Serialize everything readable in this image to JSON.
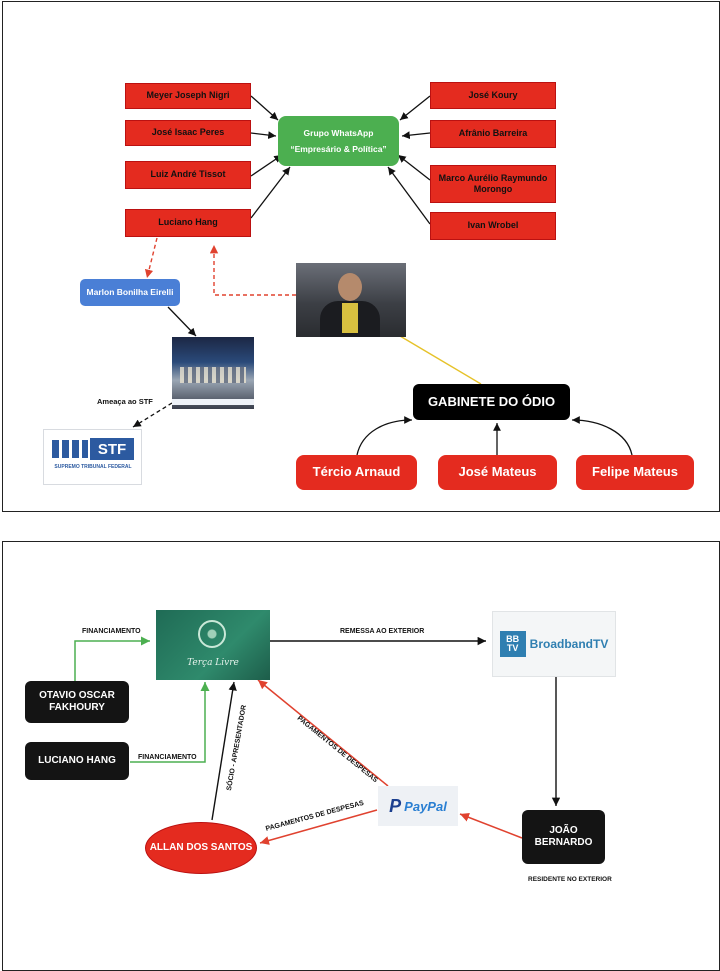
{
  "panel1": {
    "hub": {
      "line1": "Grupo WhatsApp",
      "line2": "“Empresário & Política”"
    },
    "left_members": [
      "Meyer Joseph Nigri",
      "José Isaac Peres",
      "Luiz André Tissot",
      "Luciano Hang"
    ],
    "right_members": [
      "José Koury",
      "Afrânio Barreira",
      "Marco Aurélio Raymundo Morongo",
      "Ivan Wrobel"
    ],
    "marlon": "Marlon Bonilha Eirelli",
    "threat_label": "Ameaça ao STF",
    "stf_logo": {
      "text": "STF",
      "subtitle": "SUPREMO TRIBUNAL FEDERAL"
    },
    "gabinete": "GABINETE DO ÓDIO",
    "gabinete_members": [
      "Tércio Arnaud",
      "José Mateus",
      "Felipe Mateus"
    ]
  },
  "panel2": {
    "terca_livre": "Terça Livre",
    "broadband": {
      "mark": "BB TV",
      "text": "BroadbandTV"
    },
    "otavio": "OTAVIO OSCAR FAKHOURY",
    "luciano": "LUCIANO HANG",
    "allan": "ALLAN DOS SANTOS",
    "joao": "JOÃO BERNARDO",
    "paypal": "PayPal",
    "labels": {
      "financiamento_1": "FINANCIAMENTO",
      "financiamento_2": "FINANCIAMENTO",
      "remessa": "REMESSA AO EXTERIOR",
      "pagamentos_1": "PAGAMENTOS DE DESPESAS",
      "pagamentos_2": "PAGAMENTOS DE DESPESAS",
      "socio": "SÓCIO - APRESENTADOR",
      "residente": "RESIDENTE NO EXTERIOR"
    }
  },
  "colors": {
    "red": "#e42b1f",
    "green": "#4caf50",
    "blue": "#4a7fd6",
    "arrow_red": "#e0422f",
    "arrow_green": "#4caf50",
    "arrow_yellow": "#e6c229"
  }
}
